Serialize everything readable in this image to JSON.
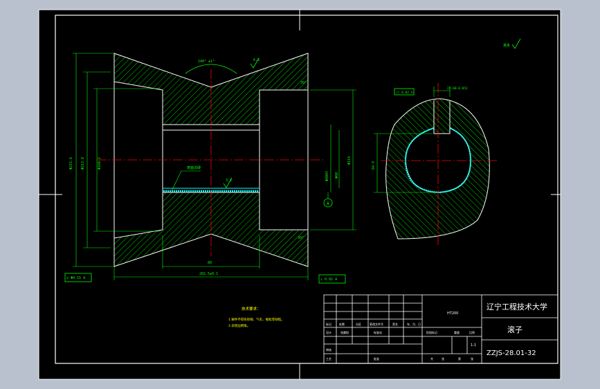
{
  "colors": {
    "background_outer": "#b9c1ce",
    "drawing_background": "#000000",
    "border": "#ffffff",
    "section_outline": "#ffffff",
    "hatch": "#00ff00",
    "center_line": "#ff0000",
    "dimension": "#00ff00",
    "notes": "#ffff00",
    "highlight_surface": "#00ffff"
  },
  "title_block": {
    "university": "辽宁工程技术大学",
    "part_name": "滚子",
    "drawing_number": "ZZJS-28.01-32",
    "material": "HT200",
    "scale": "1:1",
    "row_labels": [
      "标记",
      "处数",
      "分区",
      "更改文件号",
      "签名",
      "年、月、日"
    ],
    "designer_label": "设计",
    "designer_name": "张晨阳",
    "standardize_label": "标准化",
    "review_label": "审核",
    "process_label": "工艺",
    "approve_label": "批准",
    "stage_labels": [
      "阶段标记",
      "重量",
      "比例"
    ],
    "sheet_labels": [
      "共",
      "张",
      "第",
      "张"
    ]
  },
  "technical_requirements": {
    "title": "技术要求：",
    "items": [
      "1.铸件不得有砂眼、气孔、缩松等缺陷。",
      "2.去锐边倒角。"
    ]
  },
  "annotations": {
    "cone_angle": "140° ±1°",
    "surface_finish_general": "其余",
    "surface_finish_value": "6.3",
    "roughness_bore": "3.2",
    "bore_note": "表面淬硬",
    "chamfer": "30°",
    "datum": "A"
  },
  "dimensions": {
    "outer_diameter": "Φ215.6",
    "flange_diameter": "Φ213.8",
    "groove_diameter": "Φ160.2",
    "bore_diameter": "Φ80H7",
    "right_diameter": "Φ114",
    "bore_small": "Φ60",
    "inner_length": "80",
    "total_length": "202.5±0.1",
    "runout_left": "◎ Φ0.15  A",
    "runout_right": "⊥ 0.02  A",
    "key_width": "22",
    "key_depth": "84.9",
    "key_tolerance": "22.00-0.052",
    "parallelism": "// 0.02 A"
  }
}
